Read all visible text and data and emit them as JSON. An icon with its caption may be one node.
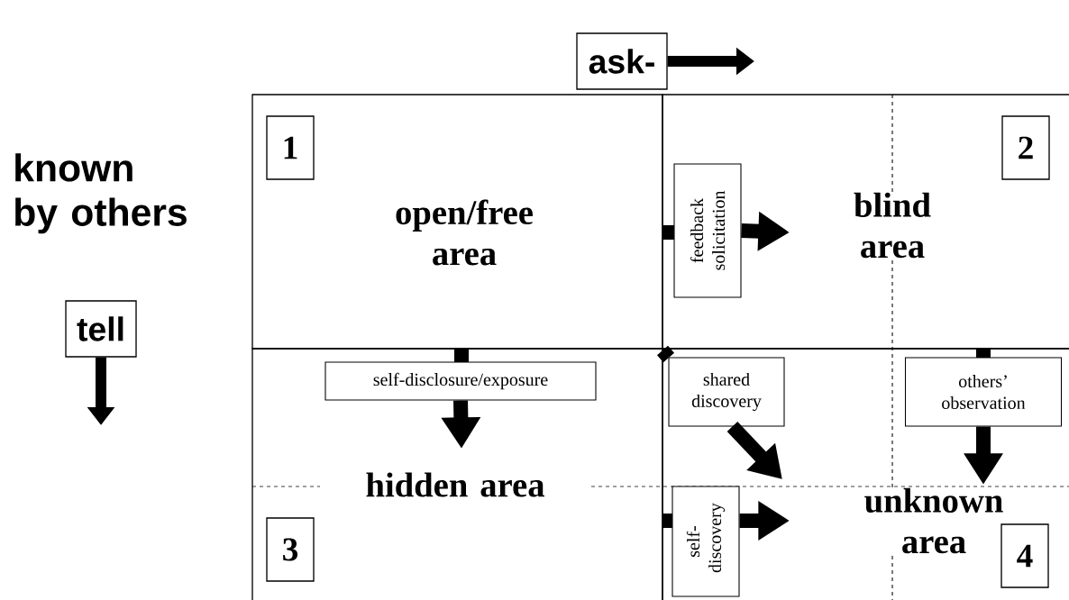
{
  "diagram": {
    "nodes": [
      {
        "text": [
          "ask-"
        ]
      },
      {
        "text": [
          "tell"
        ]
      },
      {
        "text": [
          "open/free area"
        ]
      },
      {
        "text": [
          "1"
        ],
        "in": 2
      },
      {
        "text": [
          "blind area"
        ]
      },
      {
        "text": [
          "2"
        ],
        "in": 4
      },
      {
        "text": [
          "feedback solicitation"
        ],
        "in": 4
      },
      {
        "text": [
          "hidden area"
        ]
      },
      {
        "text": [
          "self-disclosure/exposure"
        ],
        "in": 7
      },
      {
        "text": [
          "3"
        ],
        "in": 7
      },
      {
        "text": [
          "unknown area"
        ]
      },
      {
        "text": [
          "shared discovery"
        ],
        "in": 10
      },
      {
        "text": [
          "others’ observation"
        ],
        "in": 10
      },
      {
        "text": [
          "self-discovery"
        ],
        "in": 10
      },
      {
        "text": [
          "4"
        ],
        "in": 10
      }
    ],
    "edges": [
      {
        "from": 0,
        "to": null,
        "arrow": "to"
      },
      {
        "from": 1,
        "to": null,
        "arrow": "to"
      },
      {
        "from": 6,
        "to": null,
        "arrow": "to"
      },
      {
        "from": 8,
        "to": null,
        "arrow": "to"
      },
      {
        "from": 11,
        "to": null,
        "arrow": "to"
      },
      {
        "from": 12,
        "to": null,
        "arrow": "to"
      },
      {
        "from": 13,
        "to": null,
        "arrow": "to"
      }
    ],
    "labels": [
      "known by others"
    ]
  }
}
